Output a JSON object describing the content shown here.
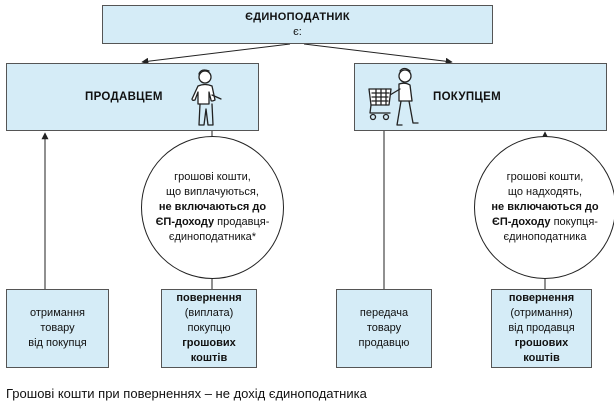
{
  "top": {
    "title": "ЄДИНОПОДАТНИК",
    "subtitle": "є:"
  },
  "seller": {
    "label": "ПРОДАВЦЕМ",
    "icon": "person-standing-icon"
  },
  "buyer": {
    "label": "ПОКУПЦЕМ",
    "icon": "person-with-cart-icon"
  },
  "seller_circle": {
    "p1": "грошові кошти,",
    "p2": "що виплачуються,",
    "p3": "не включаються до",
    "p4": "ЄП-доходу",
    "p5": " продавця-",
    "p6": "єдиноподатника*"
  },
  "buyer_circle": {
    "p1": "грошові кошти,",
    "p2": "що надходять,",
    "p3": "не включаються до",
    "p4": "ЄП-доходу",
    "p5": " покупця-",
    "p6": "єдиноподатника"
  },
  "boxes": {
    "b1": {
      "l1": "отримання",
      "l2": "товару",
      "l3": "від покупця"
    },
    "b2": {
      "l1": "повернення",
      "l2": "(виплата)",
      "l3": "покупцю",
      "l4": "грошових",
      "l5": "коштів"
    },
    "b3": {
      "l1": "передача",
      "l2": "товару",
      "l3": "продавцю"
    },
    "b4": {
      "l1": "повернення",
      "l2": "(отримання)",
      "l3": "від продавця",
      "l4": "грошових",
      "l5": "коштів"
    }
  },
  "caption": "Грошові кошти при поверненнях – не дохід єдиноподатника",
  "colors": {
    "box_fill": "#d5ecf7",
    "border": "#555555",
    "text": "#111111"
  }
}
